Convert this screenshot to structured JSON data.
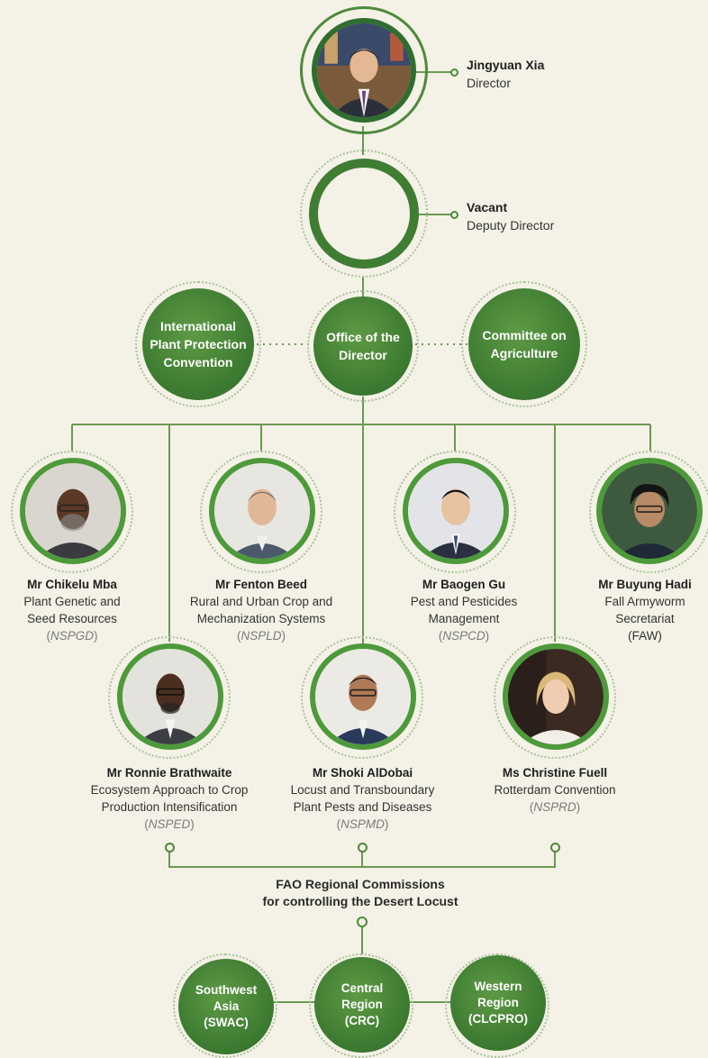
{
  "top": {
    "director": {
      "name": "Jingyuan Xia",
      "role": "Director"
    },
    "deputy": {
      "name": "Vacant",
      "role": "Deputy Director"
    }
  },
  "middle": {
    "ippc": [
      "International",
      "Plant Protection",
      "Convention"
    ],
    "office": [
      "Office of the",
      "Director"
    ],
    "coag": [
      "Committee on",
      "Agriculture"
    ]
  },
  "row1": [
    {
      "name": "Mr Chikelu Mba",
      "role": [
        "Plant Genetic and",
        "Seed Resources"
      ],
      "code": "NSPGD",
      "code_style": "italic"
    },
    {
      "name": "Mr Fenton Beed",
      "role": [
        "Rural and Urban Crop and",
        "Mechanization Systems"
      ],
      "code": "NSPLD",
      "code_style": "italic"
    },
    {
      "name": "Mr Baogen Gu",
      "role": [
        "Pest and Pesticides",
        "Management"
      ],
      "code": "NSPCD",
      "code_style": "italic"
    },
    {
      "name": "Mr Buyung Hadi",
      "role": [
        "Fall Armyworm",
        "Secretariat"
      ],
      "code": "FAW",
      "code_style": "plain"
    }
  ],
  "row2": [
    {
      "name": "Mr Ronnie Brathwaite",
      "role": [
        "Ecosystem Approach to Crop",
        "Production Intensification"
      ],
      "code": "NSPED",
      "code_style": "italic"
    },
    {
      "name": "Mr Shoki AlDobai",
      "role": [
        "Locust and Transboundary",
        "Plant Pests and Diseases"
      ],
      "code": "NSPMD",
      "code_style": "italic"
    },
    {
      "name": "Ms Christine Fuell",
      "role": [
        "Rotterdam Convention"
      ],
      "code": "NSPRD",
      "code_style": "italic"
    }
  ],
  "fao": {
    "title": [
      "FAO Regional Commissions",
      "for controlling the Desert Locust"
    ]
  },
  "regions": [
    {
      "label": [
        "Southwest",
        "Asia",
        "(SWAC)"
      ]
    },
    {
      "label": [
        "Central",
        "Region",
        "(CRC)"
      ]
    },
    {
      "label": [
        "Western",
        "Region",
        "(CLCPRO)"
      ]
    }
  ],
  "colors": {
    "accent": "#3f7d33",
    "line": "#6a9a52",
    "background": "#f4f1e6"
  }
}
